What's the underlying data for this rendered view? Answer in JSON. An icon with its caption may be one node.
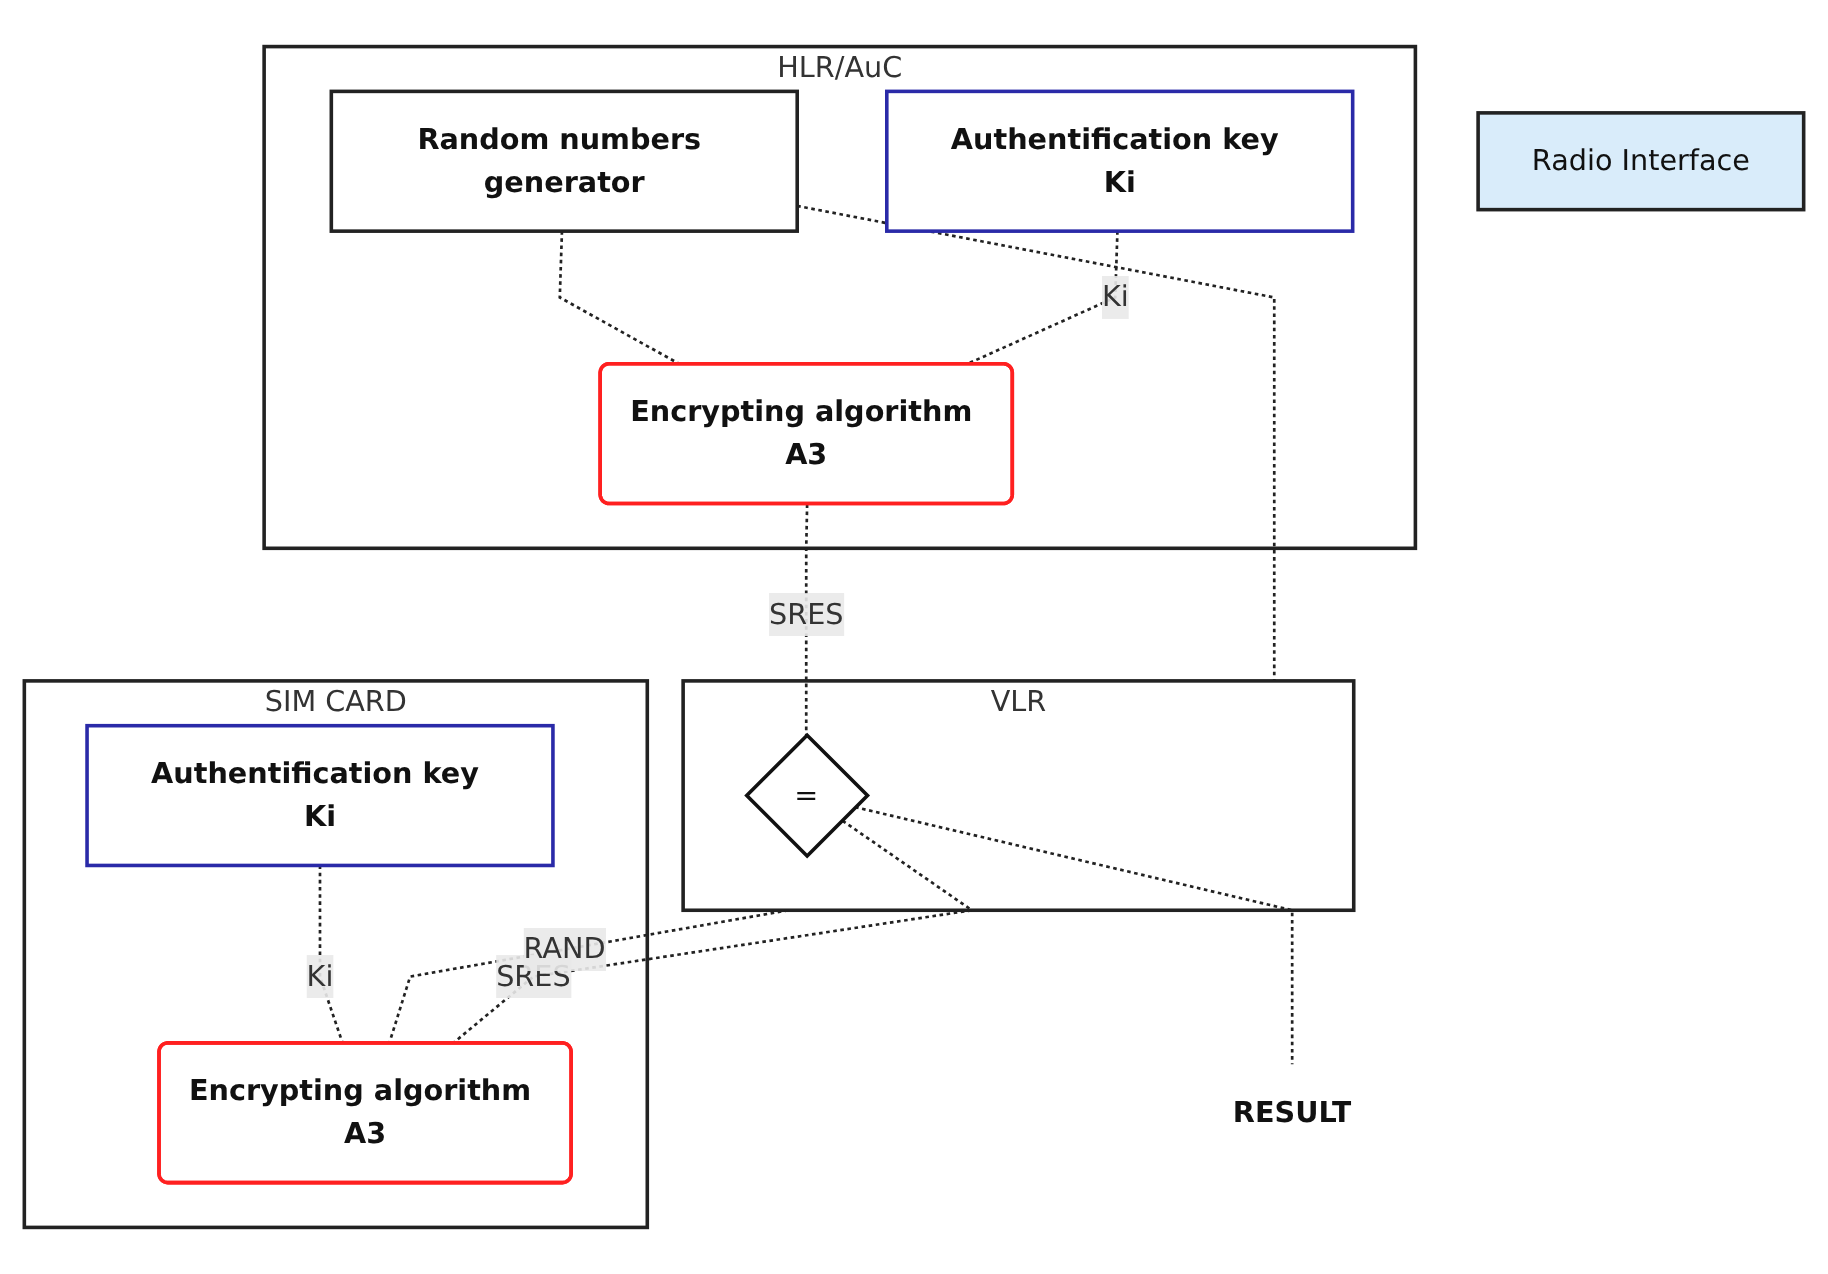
{
  "diagram": {
    "nodes": [
      {
        "text": [
          "Radio Interface"
        ]
      },
      {
        "text": [
          "HLR/AuC"
        ]
      },
      {
        "text": [
          "Random numbers generator"
        ],
        "in": 1
      },
      {
        "text": [
          "Authentification key Ki"
        ],
        "in": 1
      },
      {
        "text": [
          "Encrypting algorithm A3"
        ],
        "in": 1
      },
      {
        "text": [
          "SIM CARD"
        ]
      },
      {
        "text": [
          "Authentification key Ki"
        ],
        "in": 5
      },
      {
        "text": [
          "Encrypting algorithm A3"
        ],
        "in": 5
      },
      {
        "text": [
          "VLR"
        ]
      },
      {
        "text": [
          "="
        ],
        "in": 8
      },
      {
        "text": [
          "RESULT"
        ]
      }
    ],
    "edges": [
      {
        "from": 2,
        "to": 4,
        "arrow": "none",
        "style": "dashed"
      },
      {
        "from": 3,
        "to": 4,
        "arrow": "none",
        "style": "dashed",
        "label": "Ki"
      },
      {
        "from": 2,
        "to": 8,
        "arrow": "none",
        "style": "dashed"
      },
      {
        "from": 8,
        "to": 7,
        "arrow": "none",
        "style": "dashed",
        "label": "RAND"
      },
      {
        "from": 4,
        "to": 9,
        "arrow": "none",
        "style": "dashed",
        "label": "SRES"
      },
      {
        "from": 6,
        "to": 7,
        "arrow": "none",
        "style": "dashed",
        "label": "Ki"
      },
      {
        "from": 7,
        "to": 9,
        "arrow": "none",
        "style": "dashed",
        "label": "SRES"
      },
      {
        "from": 9,
        "to": 10,
        "arrow": "none",
        "style": "dashed"
      }
    ]
  }
}
